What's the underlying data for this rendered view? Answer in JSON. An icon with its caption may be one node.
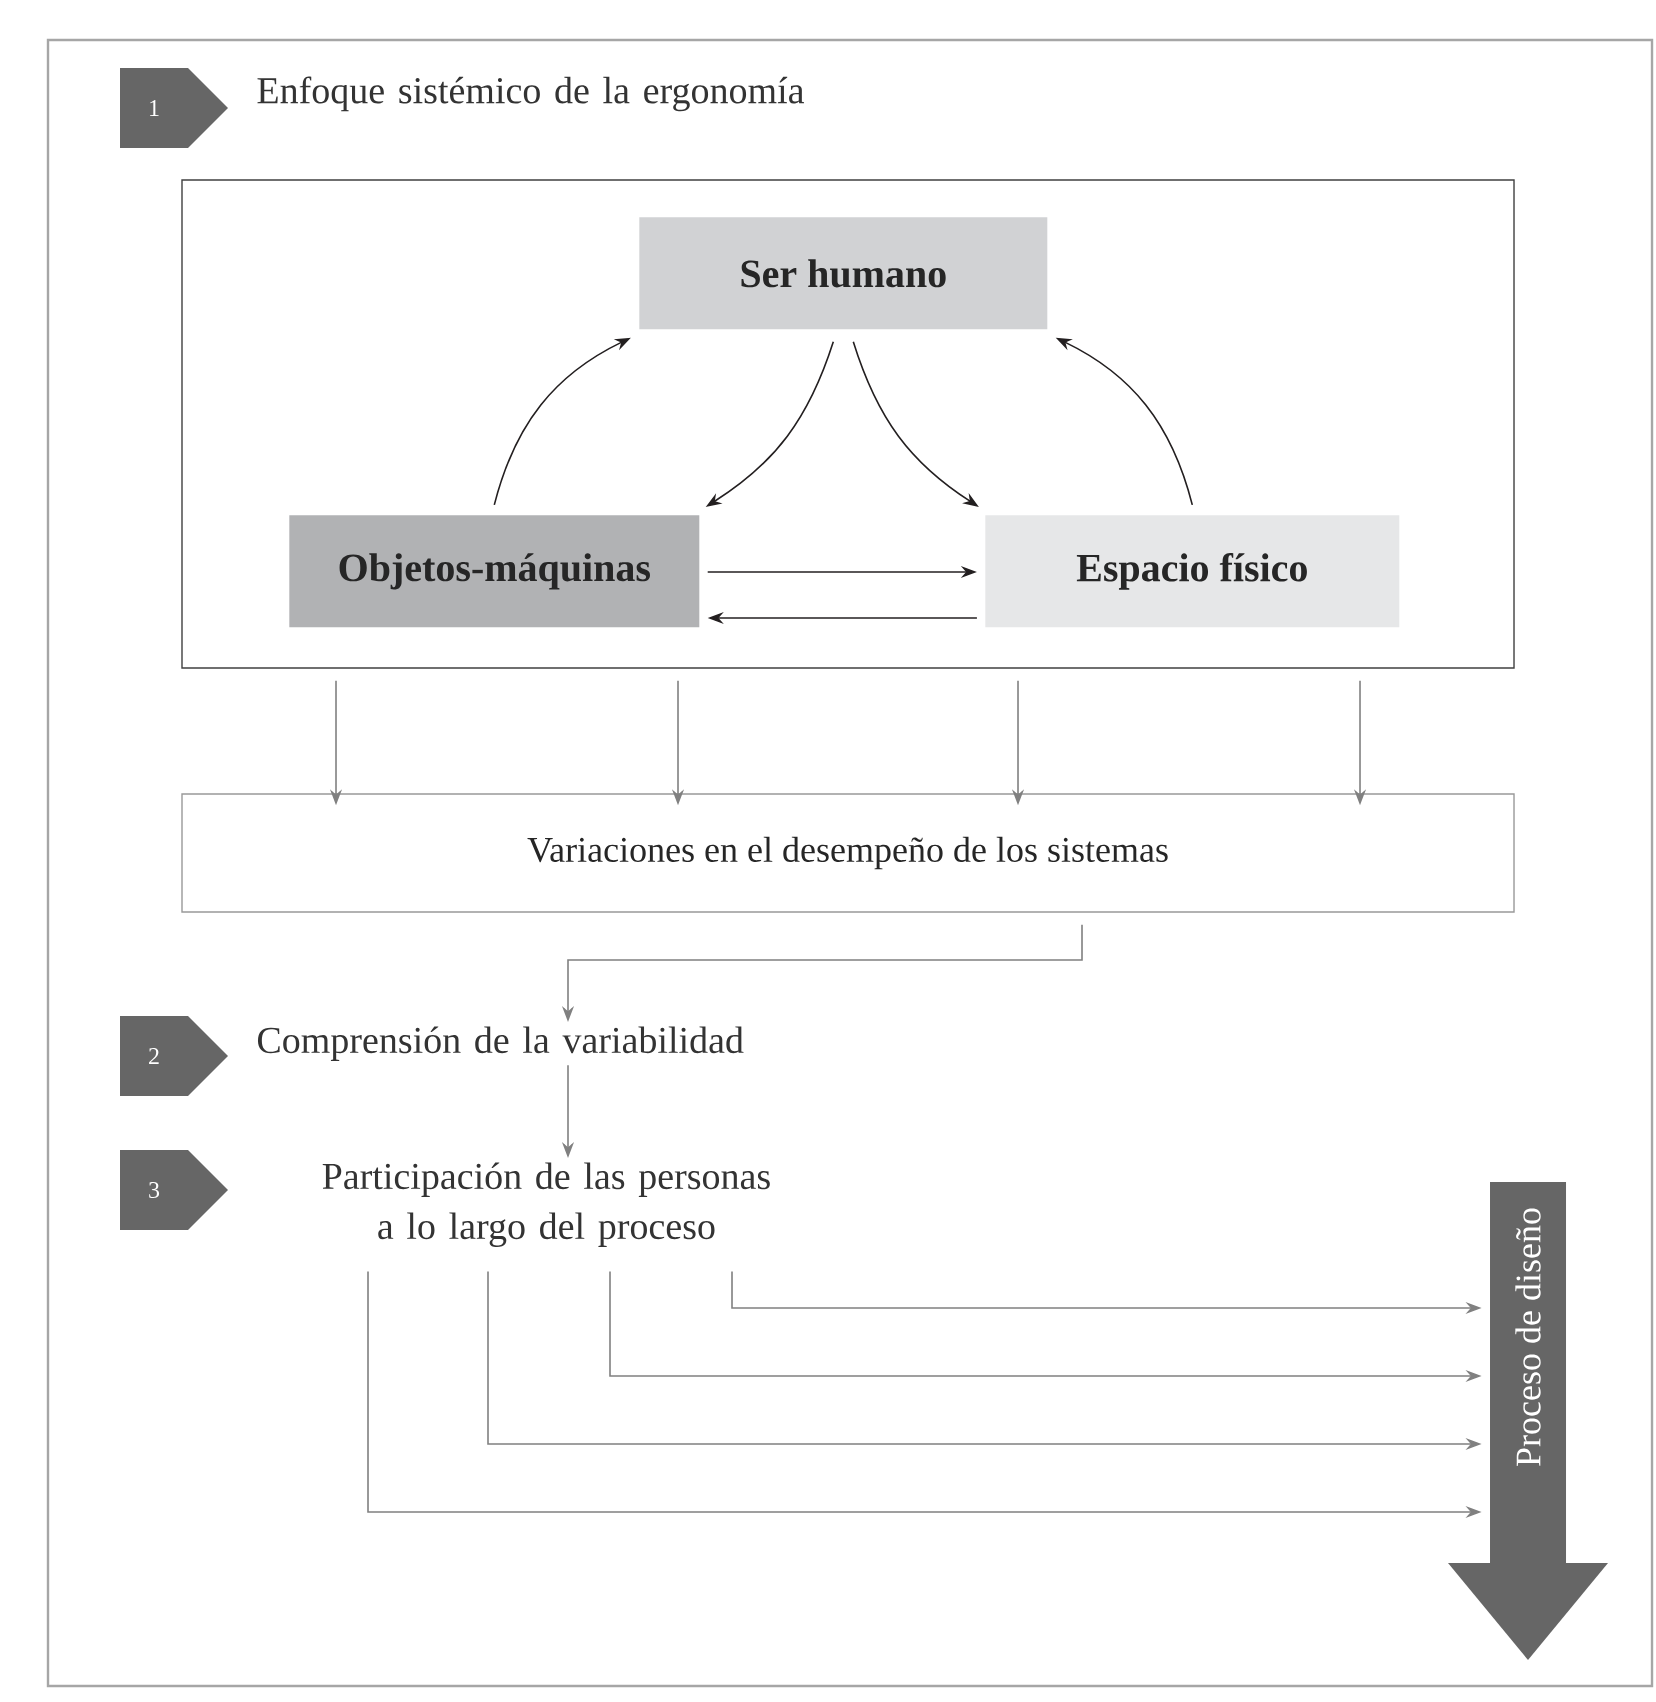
{
  "diagram": {
    "nodes": [
      {
        "text": [
          "1"
        ]
      },
      {
        "text": [
          "Enfoque sistémico de la ergonomía"
        ]
      },
      {
        "text": [],
        "shape": "box"
      },
      {
        "text": [
          "Ser humano"
        ],
        "in": 2
      },
      {
        "text": [
          "Objetos-máquinas"
        ],
        "in": 2
      },
      {
        "text": [
          "Espacio físico"
        ],
        "in": 2
      },
      {
        "text": [
          "Variaciones en el desempeño de los sistemas"
        ]
      },
      {
        "text": [
          "2"
        ]
      },
      {
        "text": [
          "Comprensión de la variabilidad"
        ]
      },
      {
        "text": [
          "3"
        ]
      },
      {
        "text": [
          "Participación de las personas a lo largo del proceso"
        ]
      },
      {
        "text": [
          "Proceso de diseño"
        ]
      }
    ],
    "edges": [
      {
        "from": 4,
        "to": 3,
        "arrow": "to",
        "color": "#231f20"
      },
      {
        "from": 3,
        "to": 4,
        "arrow": "to",
        "color": "#231f20"
      },
      {
        "from": 3,
        "to": 5,
        "arrow": "to",
        "color": "#231f20"
      },
      {
        "from": 5,
        "to": 3,
        "arrow": "to",
        "color": "#231f20"
      },
      {
        "from": 4,
        "to": 5,
        "arrow": "to",
        "color": "#231f20"
      },
      {
        "from": 5,
        "to": 4,
        "arrow": "to",
        "color": "#231f20"
      },
      {
        "from": 2,
        "to": 6,
        "arrow": "to"
      },
      {
        "from": 2,
        "to": 6,
        "arrow": "to"
      },
      {
        "from": 2,
        "to": 6,
        "arrow": "to"
      },
      {
        "from": 2,
        "to": 6,
        "arrow": "to"
      },
      {
        "from": 6,
        "to": 8,
        "arrow": "to"
      },
      {
        "from": 8,
        "to": 10,
        "arrow": "to"
      },
      {
        "from": 10,
        "to": 11,
        "arrow": "to"
      },
      {
        "from": 10,
        "to": 11,
        "arrow": "to"
      },
      {
        "from": 10,
        "to": 11,
        "arrow": "to"
      },
      {
        "from": 10,
        "to": 11,
        "arrow": "to"
      }
    ]
  }
}
